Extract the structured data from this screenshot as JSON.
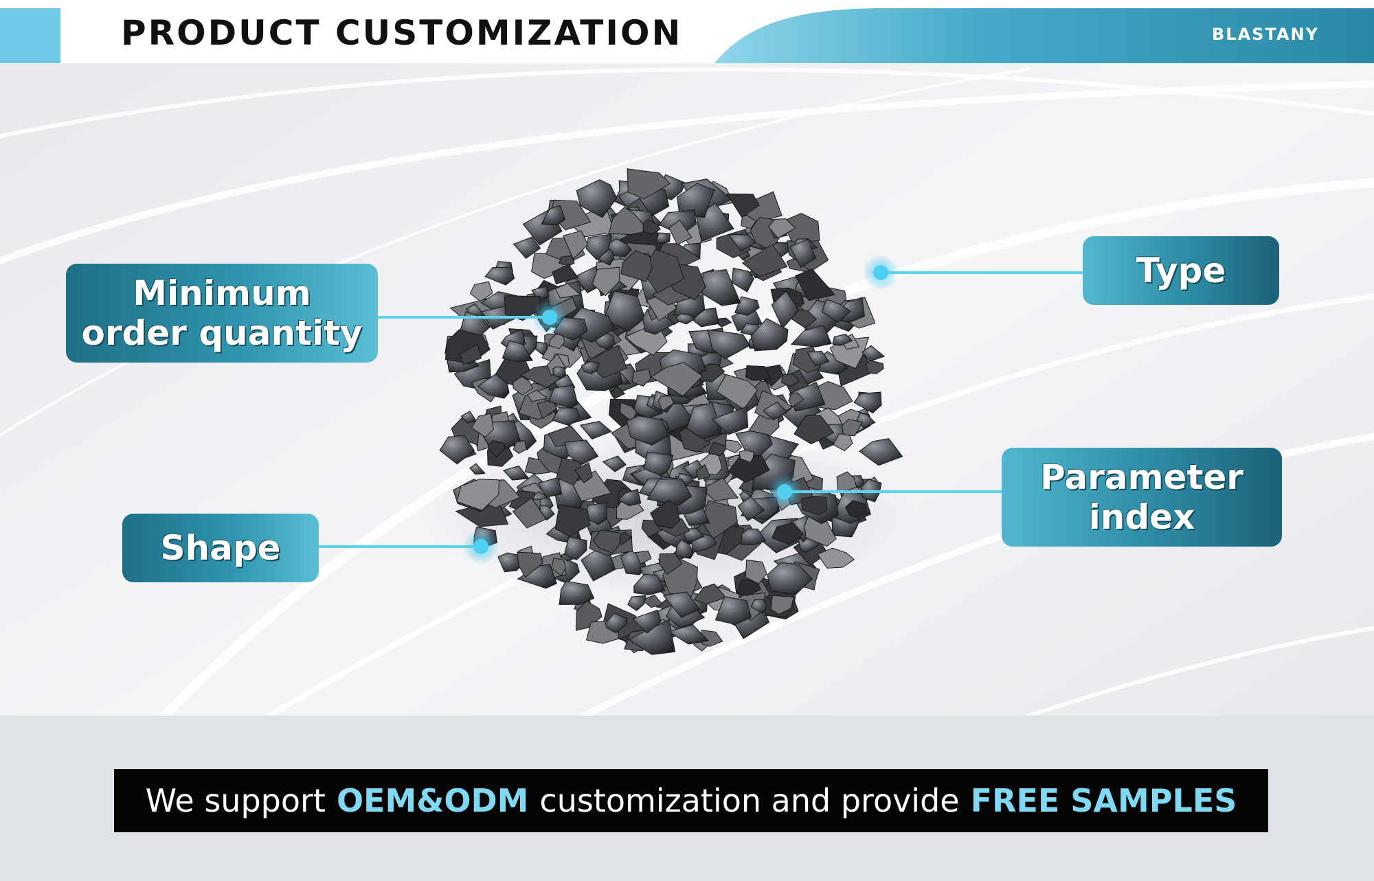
{
  "header": {
    "title": "PRODUCT CUSTOMIZATION",
    "brand": "BLASTANY"
  },
  "labels": {
    "moq": {
      "line1": "Minimum",
      "line2": "order quantity"
    },
    "shape": "Shape",
    "type": "Type",
    "parameter": {
      "line1": "Parameter",
      "line2": "index"
    }
  },
  "banner": {
    "text_1": "We support",
    "highlight_1": "OEM&ODM",
    "text_2": "customization and provide",
    "highlight_2": "FREE SAMPLES"
  },
  "colors": {
    "accent": "#6ec8e6",
    "label_dark": "#1e6f86",
    "label_light": "#5bbdd6",
    "connector": "#5fd3f0",
    "highlight_text": "#7fd9f2",
    "banner_bg": "#050505"
  },
  "product": {
    "icon": "gravel-pile-image"
  }
}
